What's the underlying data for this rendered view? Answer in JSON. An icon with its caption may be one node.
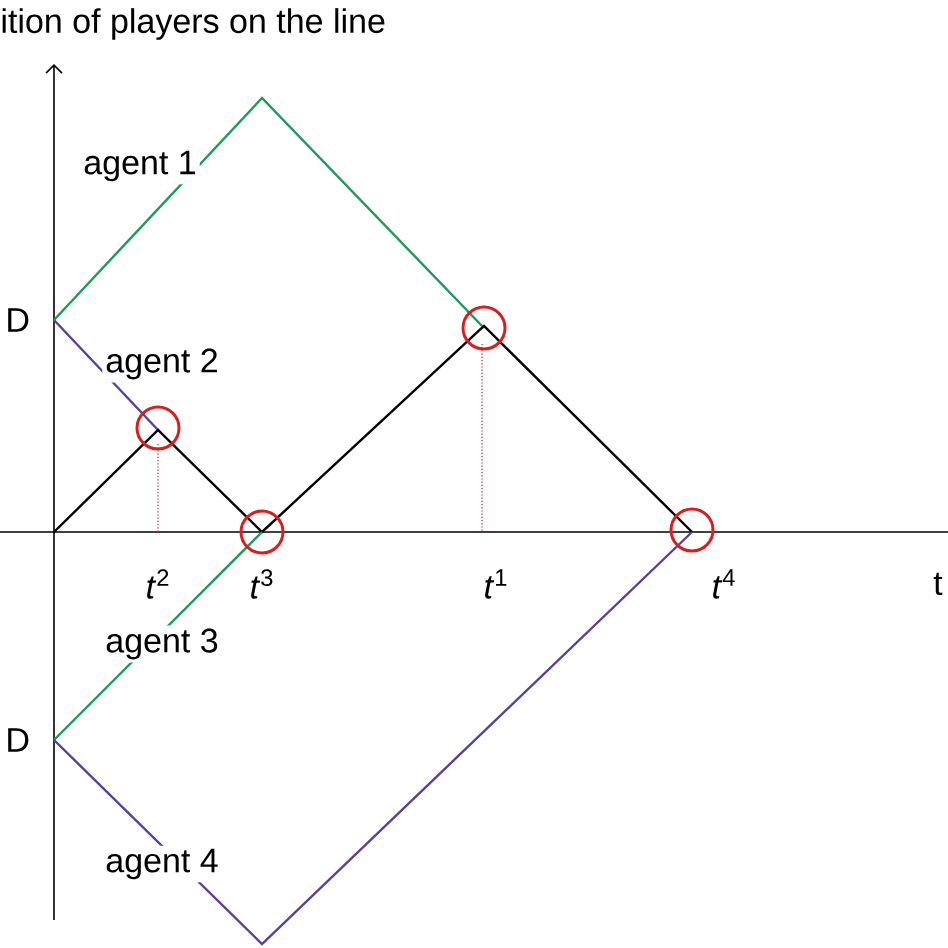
{
  "diagram": {
    "title": "ition of players on the line",
    "labels": [
      "agent 1",
      "D",
      "agent 2",
      "*t*$^{2}$",
      "*t*$^{3}$",
      "*t*$^{1}$",
      "*t*$^{4}$",
      "t",
      "agent 3",
      "D",
      "agent 4"
    ]
  }
}
